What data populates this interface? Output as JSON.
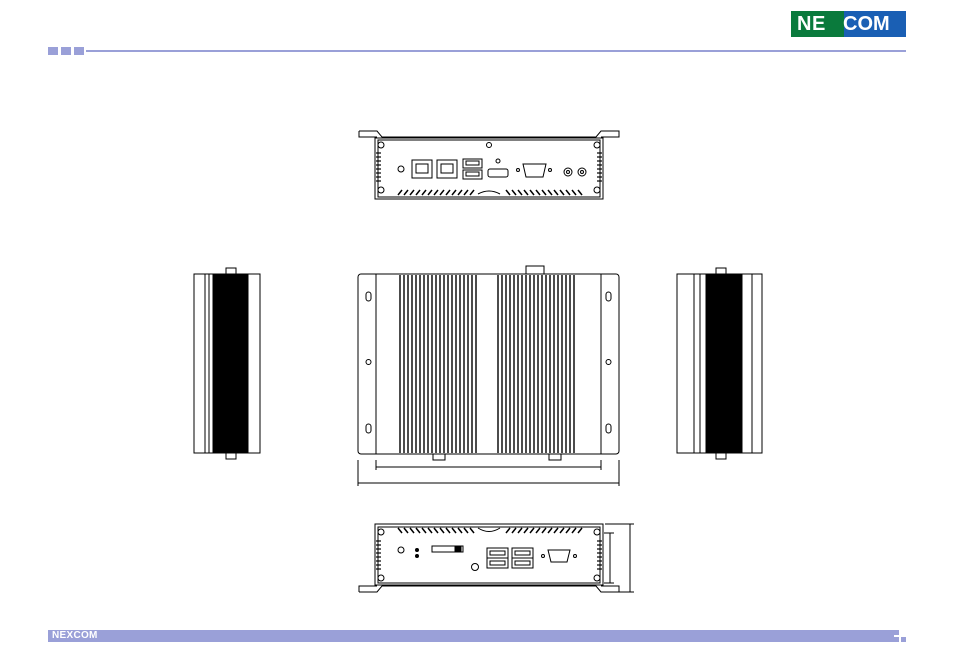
{
  "brand": {
    "logo_text_left": "NE",
    "logo_text_right": "COM",
    "footer_logo": "NEXCOM",
    "colors": {
      "logo_green": "#0a7a3c",
      "logo_blue": "#1a5fb4",
      "accent_bar": "#9aa0d8",
      "line": "#000000"
    }
  },
  "drawing": {
    "views": [
      "front-panel",
      "top-view",
      "left-side-view",
      "right-side-view",
      "rear-panel"
    ],
    "front_panel_ports": [
      "antenna-hole",
      "lan-port-1",
      "lan-port-2",
      "usb-port-stack",
      "hdmi-port",
      "vga-port",
      "audio-jack-1",
      "audio-jack-2"
    ],
    "rear_panel_ports": [
      "power-led",
      "sim-slot",
      "usb-port-stack-1",
      "usb-port-stack-2",
      "com-port",
      "dc-in"
    ]
  }
}
